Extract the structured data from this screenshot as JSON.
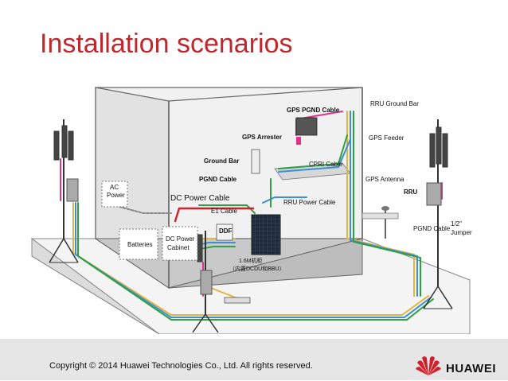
{
  "title": "Installation scenarios",
  "labels": {
    "gps_pgnd_cable": "GPS PGND Cable",
    "rru_ground_bar": "RRU Ground Bar",
    "gps_arrester": "GPS Arrester",
    "gps_feeder": "GPS Feeder",
    "ground_bar": "Ground Bar",
    "cpri_cable": "CPRI Cable",
    "pgnd_cable_left": "PGND Cable",
    "gps_antenna": "GPS Antenna",
    "ac_power_1": "AC",
    "ac_power_2": "Power",
    "dc_power_cable": "DC Power Cable",
    "rru": "RRU",
    "e1_cable": "E1 Cable",
    "rru_power_cable": "RRU Power Cable",
    "jumper_1": "1/2\"",
    "jumper_2": "Jumper",
    "pgnd_cable_right": "PGND Cable",
    "ddf": "DDF",
    "batteries": "Batteries",
    "dc_power_cabinet_1": "DC Power",
    "dc_power_cabinet_2": "Cabinet",
    "cabinet_1": "1.6M机柜",
    "cabinet_2": "（内置DCDU和BBU）"
  },
  "footer": {
    "copyright": "Copyright © 2014 Huawei Technologies Co., Ltd. All rights reserved.",
    "brand": "HUAWEI"
  },
  "colors": {
    "title": "#c0272d",
    "footer_bg": "#e6e6e6",
    "pink_cable": "#e0338a",
    "green_cable": "#2f9e44",
    "blue_cable": "#3a8fd6",
    "yellow_cable": "#e5b43a",
    "red_cable": "#d0202a"
  }
}
